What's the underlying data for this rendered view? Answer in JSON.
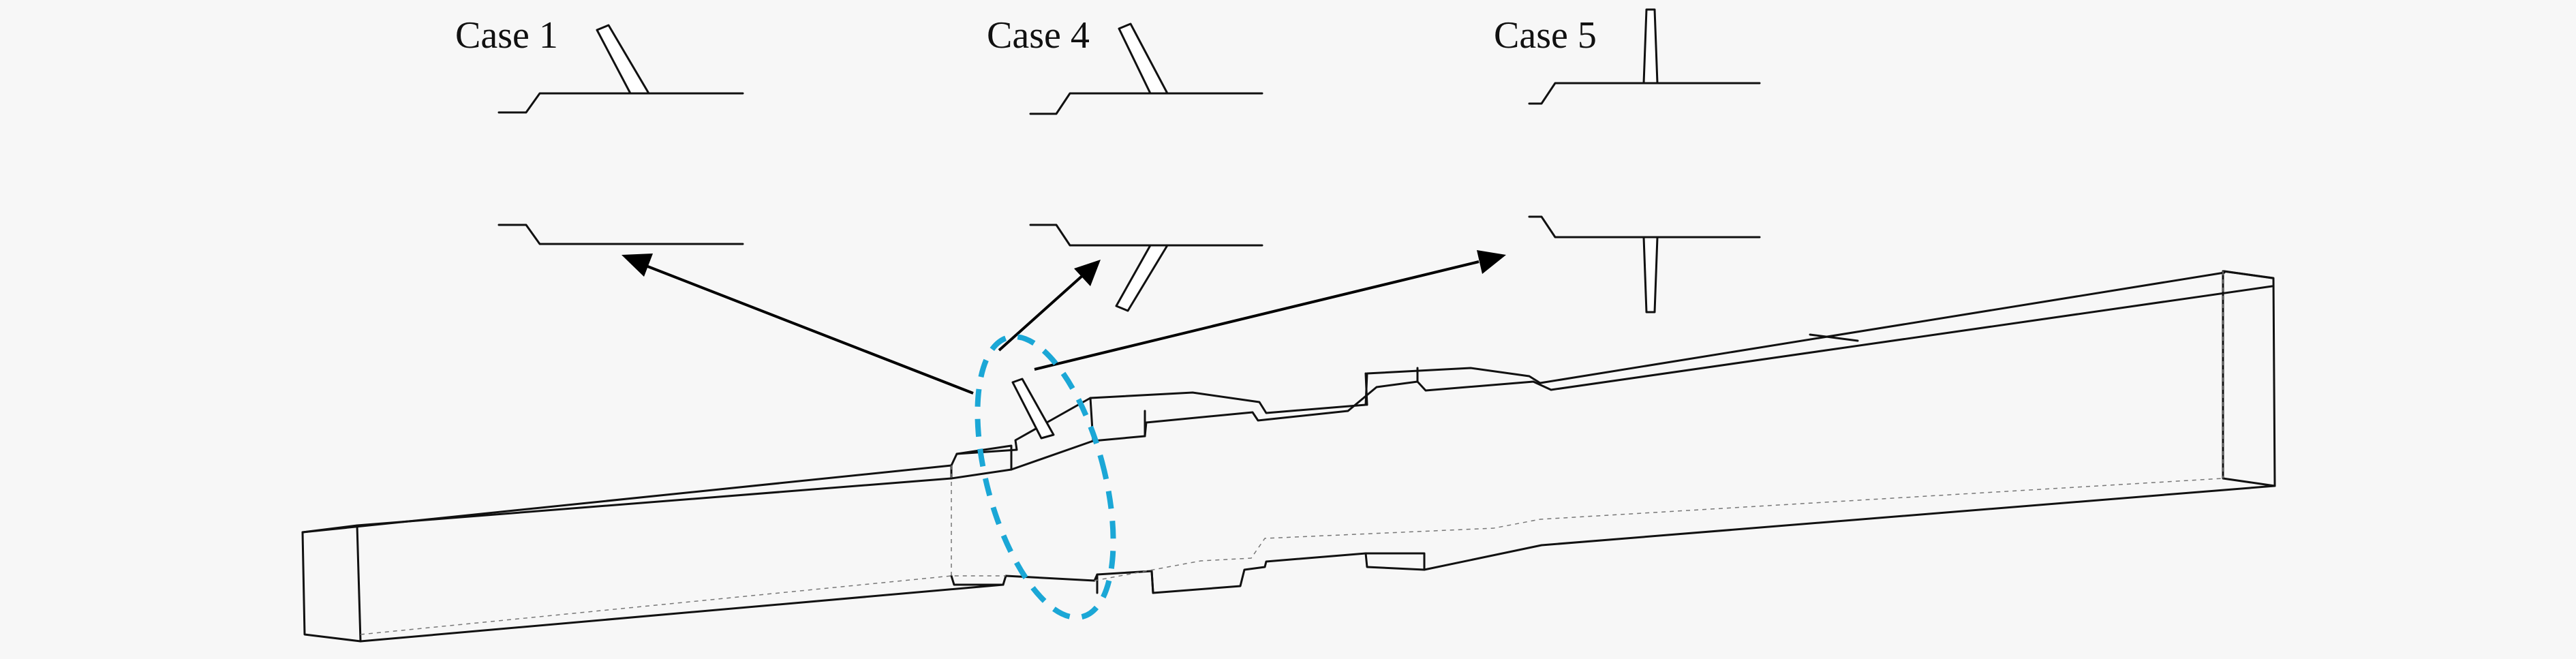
{
  "figure": {
    "cases": [
      {
        "id": "case-1",
        "label": "Case 1"
      },
      {
        "id": "case-4",
        "label": "Case 4"
      },
      {
        "id": "case-5",
        "label": "Case 5"
      }
    ],
    "highlight_color": "#1ba7d6",
    "line_color": "#111111"
  }
}
